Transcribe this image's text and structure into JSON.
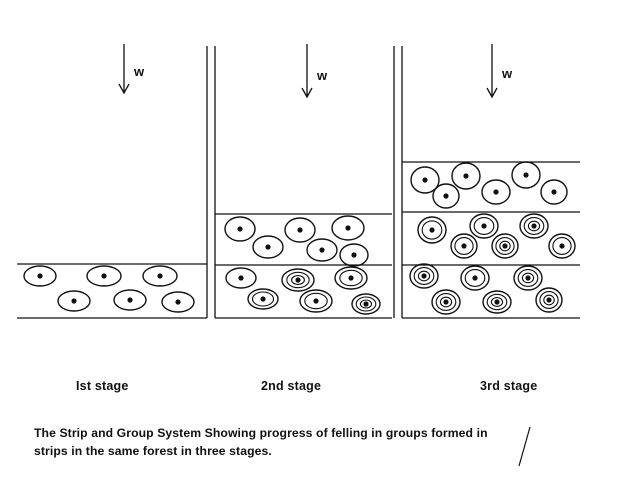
{
  "wind": {
    "label": "w"
  },
  "stages": [
    {
      "label": "Ist stage"
    },
    {
      "label": "2nd stage"
    },
    {
      "label": "3rd stage"
    }
  ],
  "caption": {
    "line1": "The Strip and Group System Showing progress of felling in groups formed in",
    "line2": "strips in the same forest in three stages."
  }
}
